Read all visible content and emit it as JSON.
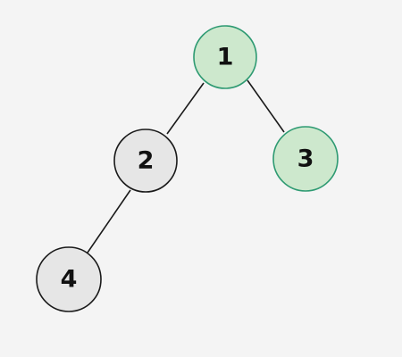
{
  "diagram": {
    "type": "binary-tree",
    "nodes": [
      {
        "id": "n1",
        "label": "1",
        "highlighted": true
      },
      {
        "id": "n2",
        "label": "2",
        "highlighted": false
      },
      {
        "id": "n3",
        "label": "3",
        "highlighted": true
      },
      {
        "id": "n4",
        "label": "4",
        "highlighted": false
      }
    ],
    "edges": [
      {
        "from": "n1",
        "to": "n2"
      },
      {
        "from": "n1",
        "to": "n3"
      },
      {
        "from": "n2",
        "to": "n4"
      }
    ]
  },
  "colors": {
    "background": "#f4f4f4",
    "highlight_fill": "#cde8cd",
    "highlight_stroke": "#2e9a72",
    "default_fill": "#e6e6e6",
    "default_stroke": "#1a1a1a",
    "edge": "#1a1a1a",
    "label": "#111111"
  }
}
